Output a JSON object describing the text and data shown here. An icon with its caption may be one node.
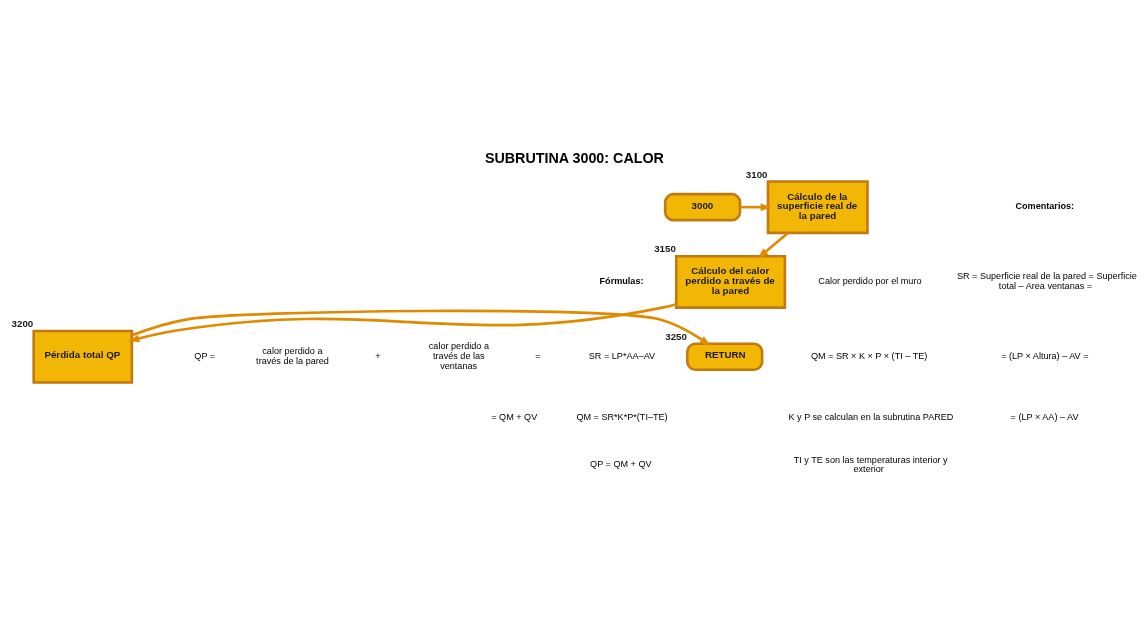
{
  "diagram": {
    "title": "SUBRUTINA 3000: CALOR",
    "nodes": [
      {
        "text": [
          "3000"
        ]
      },
      {
        "text": [
          "Cálculo de la superficie real de la pared"
        ],
        "beside": [
          "3100"
        ]
      },
      {
        "text": [
          "Cálculo del calor perdido a través de la pared"
        ],
        "beside": [
          "3150"
        ]
      },
      {
        "text": [
          "Pérdida total QP"
        ],
        "beside": [
          "3200"
        ]
      },
      {
        "text": [
          "RETURN"
        ],
        "beside": [
          "3250"
        ]
      }
    ],
    "edges": [
      {
        "from": 0,
        "to": 1,
        "arrow": "to"
      },
      {
        "from": 1,
        "to": 2,
        "arrow": "to"
      },
      {
        "from": 2,
        "to": 3,
        "arrow": "to"
      },
      {
        "from": 3,
        "to": 4,
        "arrow": "to"
      }
    ],
    "labels": [
      "Comentarios:",
      "SR = Superficie real de la pared = Superficie total – Area ventanas =",
      "= (LP × Altura) – AV =",
      "= (LP × AA) – AV",
      "Fórmulas:",
      "SR = LP*AA–AV",
      "QM = SR*K*P*(TI–TE)",
      "QP = QM + QV",
      "Calor perdido por el muro",
      "QM = SR × K × P × (TI – TE)",
      "K y P se calculan en la subrutina PARED",
      "TI y TE son las temperaturas interior y exterior",
      "QP =",
      "calor perdido a través de la pared",
      "+",
      "calor perdido a través de las ventanas",
      "=",
      "= QM + QV"
    ]
  }
}
